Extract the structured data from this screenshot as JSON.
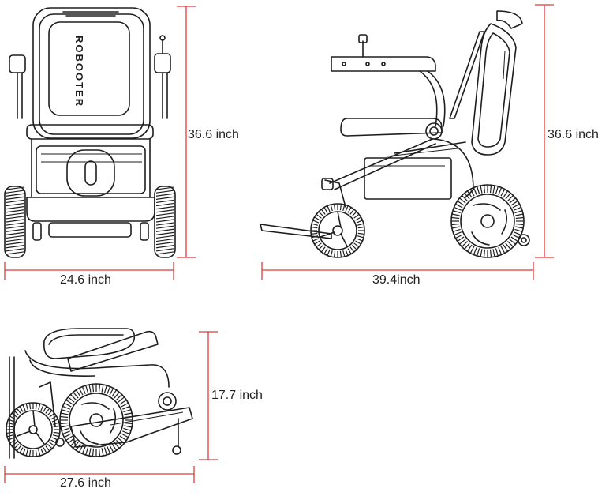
{
  "dimensions": {
    "front_height": "36.6 inch",
    "front_width": "24.6 inch",
    "side_height": "36.6 inch",
    "side_length": "39.4inch",
    "folded_height": "17.7 inch",
    "folded_length": "27.6 inch"
  },
  "brand_text": "ROBOOTER",
  "colors": {
    "dimension_line": "#e23b3b",
    "ink": "#1e1e1e",
    "background": "#ffffff"
  }
}
